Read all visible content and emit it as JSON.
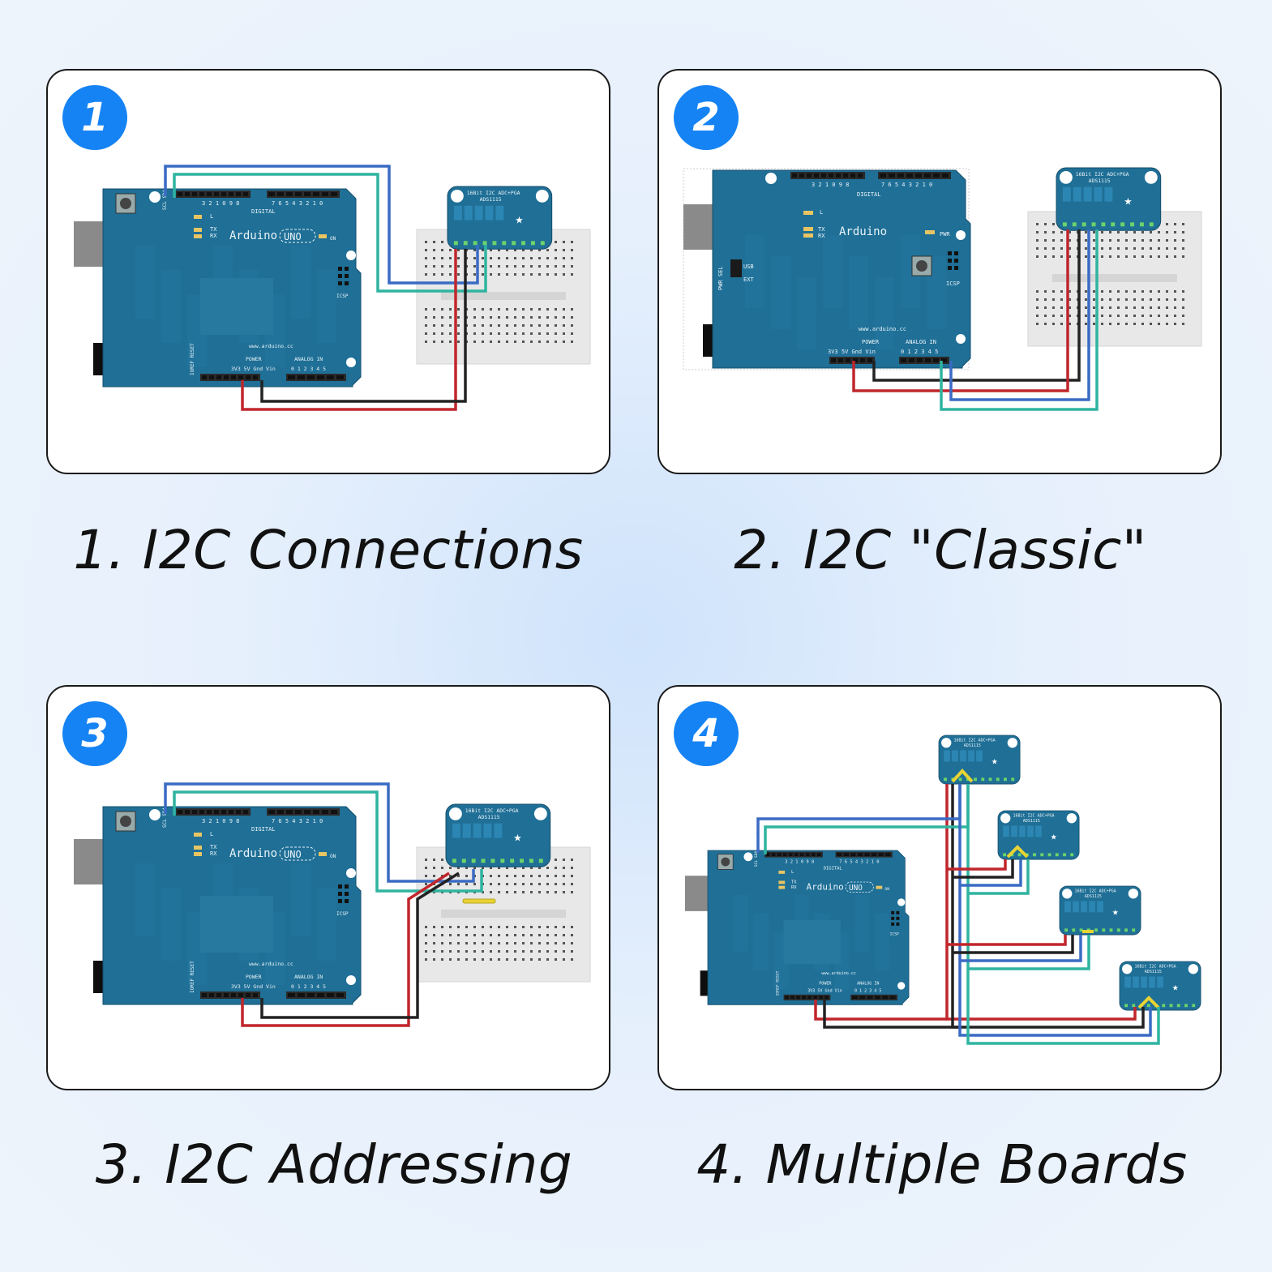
{
  "panels": [
    {
      "badge": "1",
      "caption": "1. I2C Connections"
    },
    {
      "badge": "2",
      "caption": "2. I2C \"Classic\""
    },
    {
      "badge": "3",
      "caption": "3. I2C Addressing"
    },
    {
      "badge": "4",
      "caption": "4. Multiple Boards"
    }
  ],
  "board": {
    "arduino_name": "Arduino",
    "model": "UNO",
    "url": "www.arduino.cc",
    "url_classic": "www.arduino.cc",
    "digital": "DIGITAL",
    "power": "POWER",
    "analog_in": "ANALOG IN",
    "icsp": "ICSP",
    "on": "ON",
    "pwr": "PWR",
    "tx": "TX",
    "rx": "RX",
    "l": "L",
    "usb": "USB",
    "ext": "EXT",
    "pwr_sel": "PWR SEL",
    "power_pins": "3V3 5V Gnd Vin",
    "analog_pins": "0 1 2 3 4 5",
    "digital_pins_high": "3 2 1 0 9 8",
    "digital_pins_low": "7 6 5 4 3 2 1 0",
    "header_left": "SCL SDA AREF GND",
    "ioref_reset": "IOREF RESET"
  },
  "adc": {
    "title": "16Bit I2C ADC+PGA",
    "part": "ADS1115"
  },
  "colors": {
    "badge": "#1583f3",
    "pcb": "#1f6f96",
    "wire_red": "#c0262c",
    "wire_black": "#222222",
    "wire_blue": "#3a6bc4",
    "wire_green": "#2fb4a0",
    "breadboard": "#e8e8e8"
  }
}
